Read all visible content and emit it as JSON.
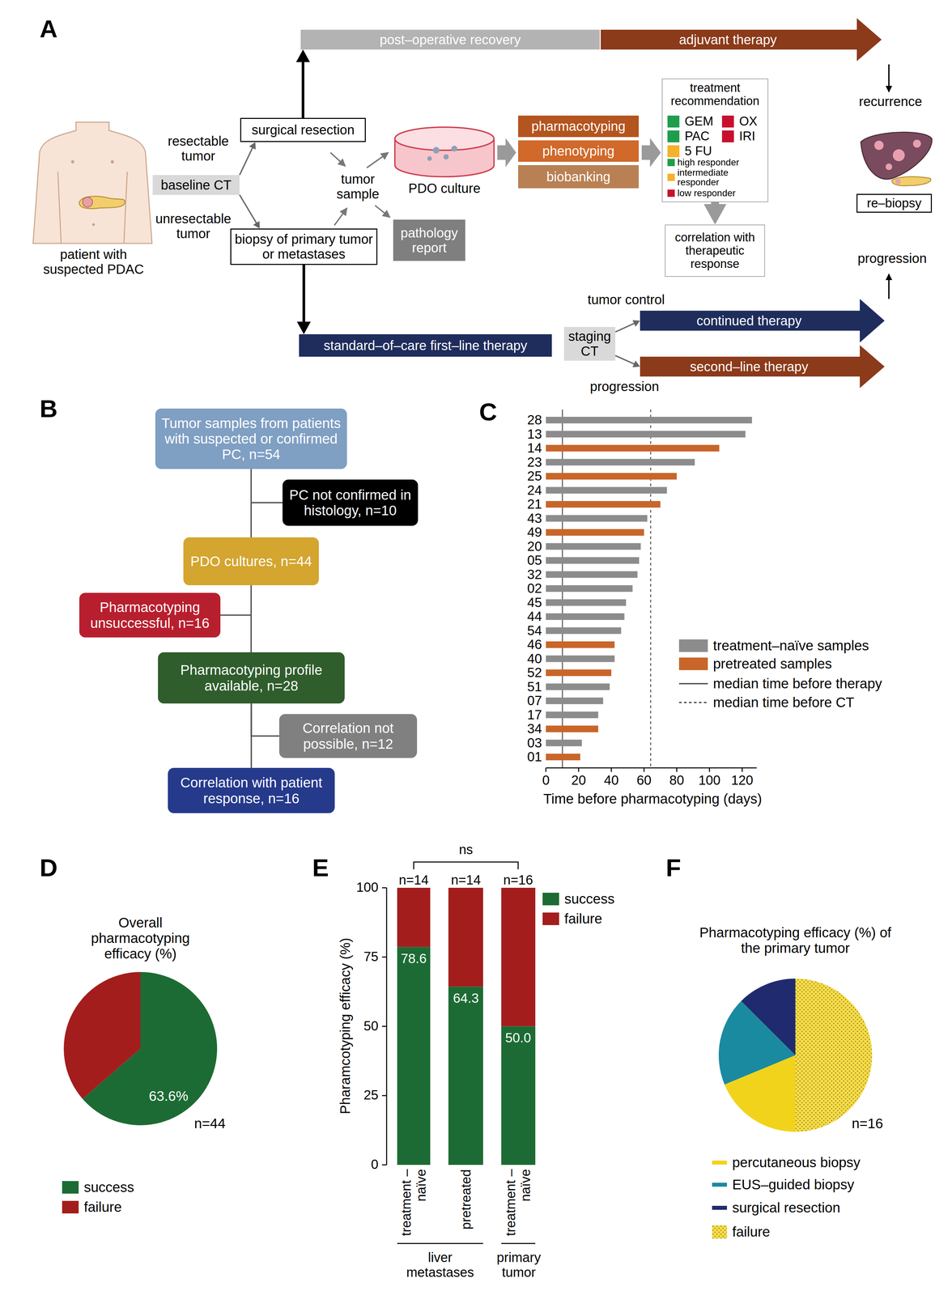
{
  "diagram": {
    "nodes": [
      {
        "text": [
          "post–operative recovery"
        ]
      },
      {
        "text": [
          "adjuvant therapy"
        ]
      },
      {
        "text": [
          "surgical resection"
        ]
      },
      {
        "text": [
          "baseline CT"
        ]
      },
      {
        "text": [
          "biopsy of primary tumor or metastases"
        ]
      },
      {
        "text": [
          "pathology report"
        ]
      },
      {
        "text": [
          "pharmacotyping"
        ]
      },
      {
        "text": [
          "phenotyping"
        ]
      },
      {
        "text": [
          "biobanking"
        ]
      },
      {
        "text": [
          "treatment recommendation"
        ]
      },
      {
        "text": [
          "correlation with therapeutic response"
        ]
      },
      {
        "text": [
          "re–biopsy"
        ]
      },
      {
        "text": [
          "standard–of–care first–line therapy"
        ]
      },
      {
        "text": [
          "staging CT"
        ]
      },
      {
        "text": [
          "continued therapy"
        ]
      },
      {
        "text": [
          "second–line therapy"
        ]
      },
      {
        "text": [
          "Tumor samples from patients with suspected or confirmed PC, n=54"
        ]
      },
      {
        "text": [
          "PC not confirmed in histology, n=10"
        ]
      },
      {
        "text": [
          "PDO cultures, n=44"
        ]
      },
      {
        "text": [
          "Pharmacotyping unsuccessful, n=16"
        ]
      },
      {
        "text": [
          "Pharmacotyping profile available, n=28"
        ]
      },
      {
        "text": [
          "Correlation not possible, n=12"
        ]
      },
      {
        "text": [
          "Correlation with patient response, n=16"
        ]
      }
    ],
    "edges": [
      {
        "from": 3,
        "to": 2,
        "arrow": "to",
        "label": "resectable tumor"
      },
      {
        "from": 3,
        "to": 4,
        "arrow": "to",
        "label": "unresectable tumor"
      },
      {
        "from": 2,
        "to": 0,
        "arrow": "to"
      },
      {
        "from": 4,
        "to": 12,
        "arrow": "to"
      },
      {
        "from": 9,
        "to": 10,
        "arrow": "to"
      },
      {
        "from": 13,
        "to": 14,
        "arrow": "to",
        "label": "tumor control"
      },
      {
        "from": 13,
        "to": 15,
        "arrow": "to",
        "label": "progression"
      },
      {
        "from": 16,
        "to": 17,
        "arrow": "none"
      },
      {
        "from": 16,
        "to": 18,
        "arrow": "none"
      },
      {
        "from": 18,
        "to": 19,
        "arrow": "none"
      },
      {
        "from": 18,
        "to": 20,
        "arrow": "none"
      },
      {
        "from": 20,
        "to": 21,
        "arrow": "none"
      },
      {
        "from": 20,
        "to": 22,
        "arrow": "none"
      }
    ],
    "labels": [
      "A",
      "patient with suspected PDAC",
      "tumor sample",
      "PDO culture",
      "recurrence",
      "progression",
      "B",
      "C",
      "28",
      "13",
      "14",
      "23",
      "25",
      "24",
      "21",
      "43",
      "49",
      "20",
      "05",
      "32",
      "02",
      "45",
      "44",
      "54",
      "46",
      "40",
      "52",
      "51",
      "07",
      "17",
      "34",
      "03",
      "01",
      "0",
      "20",
      "40",
      "60",
      "80",
      "100",
      "120",
      "Time before pharmacotyping (days)",
      "D",
      "Overall pharmacotyping efficacy (%)",
      "63.6%",
      "n=44",
      "E",
      "ns",
      "n=14",
      "n=14",
      "n=16",
      "100",
      "75",
      "50",
      "25",
      "0",
      "78.6",
      "64.3",
      "50.0",
      "Pharamcotyping efficacy (%)",
      "treatment –naïve",
      "pretreated",
      "treatment –naïve",
      "liver metastases",
      "primary tumor",
      "F",
      "Pharmacotyping efficacy (%) of the primary tumor",
      "n=16"
    ],
    "legend": [
      {
        "text": "GEM",
        "color": "#1e9e4a"
      },
      {
        "text": "OX",
        "color": "#c8102e"
      },
      {
        "text": "PAC",
        "color": "#1e9e4a"
      },
      {
        "text": "IRI",
        "color": "#c8102e"
      },
      {
        "text": "5 FU",
        "color": "#f5b12a"
      },
      {
        "text": "high responder",
        "color": "#1e9e4a"
      },
      {
        "text": "intermediate responder",
        "color": "#f5b12a"
      },
      {
        "text": "low responder",
        "color": "#c8102e"
      },
      {
        "text": "treatment–naïve samples",
        "color": "#8c8c8c"
      },
      {
        "text": "pretreated samples",
        "color": "#c8662a"
      },
      {
        "text": "median time before therapy"
      },
      {
        "text": "median time before CT"
      },
      {
        "text": "success",
        "color": "#1d6b34"
      },
      {
        "text": "failure",
        "color": "#a31d1d"
      },
      {
        "text": "success",
        "color": "#1d6b34"
      },
      {
        "text": "failure",
        "color": "#a31d1d"
      },
      {
        "text": "percutaneous biopsy",
        "color": "#f2d31b"
      },
      {
        "text": "EUS–guided biopsy",
        "color": "#1a8aa0"
      },
      {
        "text": "surgical resection",
        "color": "#1f2b6e"
      },
      {
        "text": "failure"
      }
    ]
  }
}
